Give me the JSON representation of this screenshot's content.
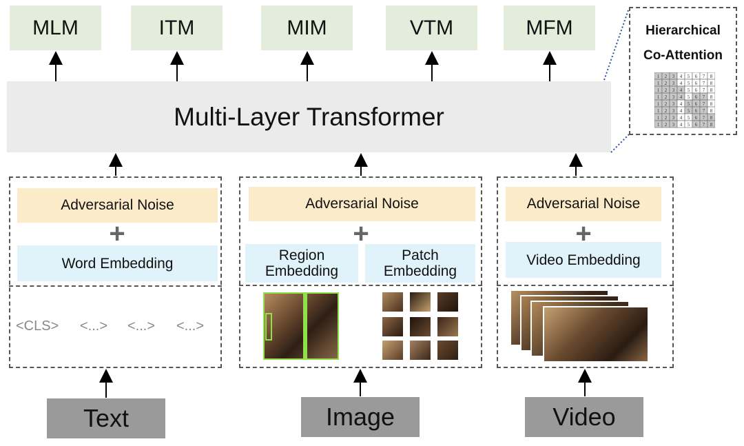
{
  "tasks": [
    "MLM",
    "ITM",
    "MIM",
    "VTM",
    "MFM"
  ],
  "transformer_label": "Multi-Layer Transformer",
  "hierarchical": {
    "title_line1": "Hierarchical",
    "title_line2": "Co-Attention",
    "grid_numbers": [
      "1",
      "2",
      "3",
      "4",
      "5",
      "6",
      "7",
      "8"
    ]
  },
  "text_branch": {
    "noise": "Adversarial Noise",
    "plus": "+",
    "embedding": "Word Embedding",
    "tokens": [
      "<CLS>",
      "<...>",
      "<...>",
      "<...>"
    ],
    "input": "Text"
  },
  "image_branch": {
    "noise": "Adversarial Noise",
    "plus": "+",
    "region_embedding": "Region Embedding",
    "patch_embedding": "Patch Embedding",
    "input": "Image"
  },
  "video_branch": {
    "noise": "Adversarial Noise",
    "plus": "+",
    "embedding": "Video Embedding",
    "input": "Video"
  },
  "colors": {
    "task_bg": "#e2eedb",
    "transformer_bg": "#ebebeb",
    "noise_bg": "#fcebc9",
    "embedding_bg": "#e0f2fa",
    "input_bg": "#9a9a9a",
    "region_box": "#8fe04a"
  }
}
